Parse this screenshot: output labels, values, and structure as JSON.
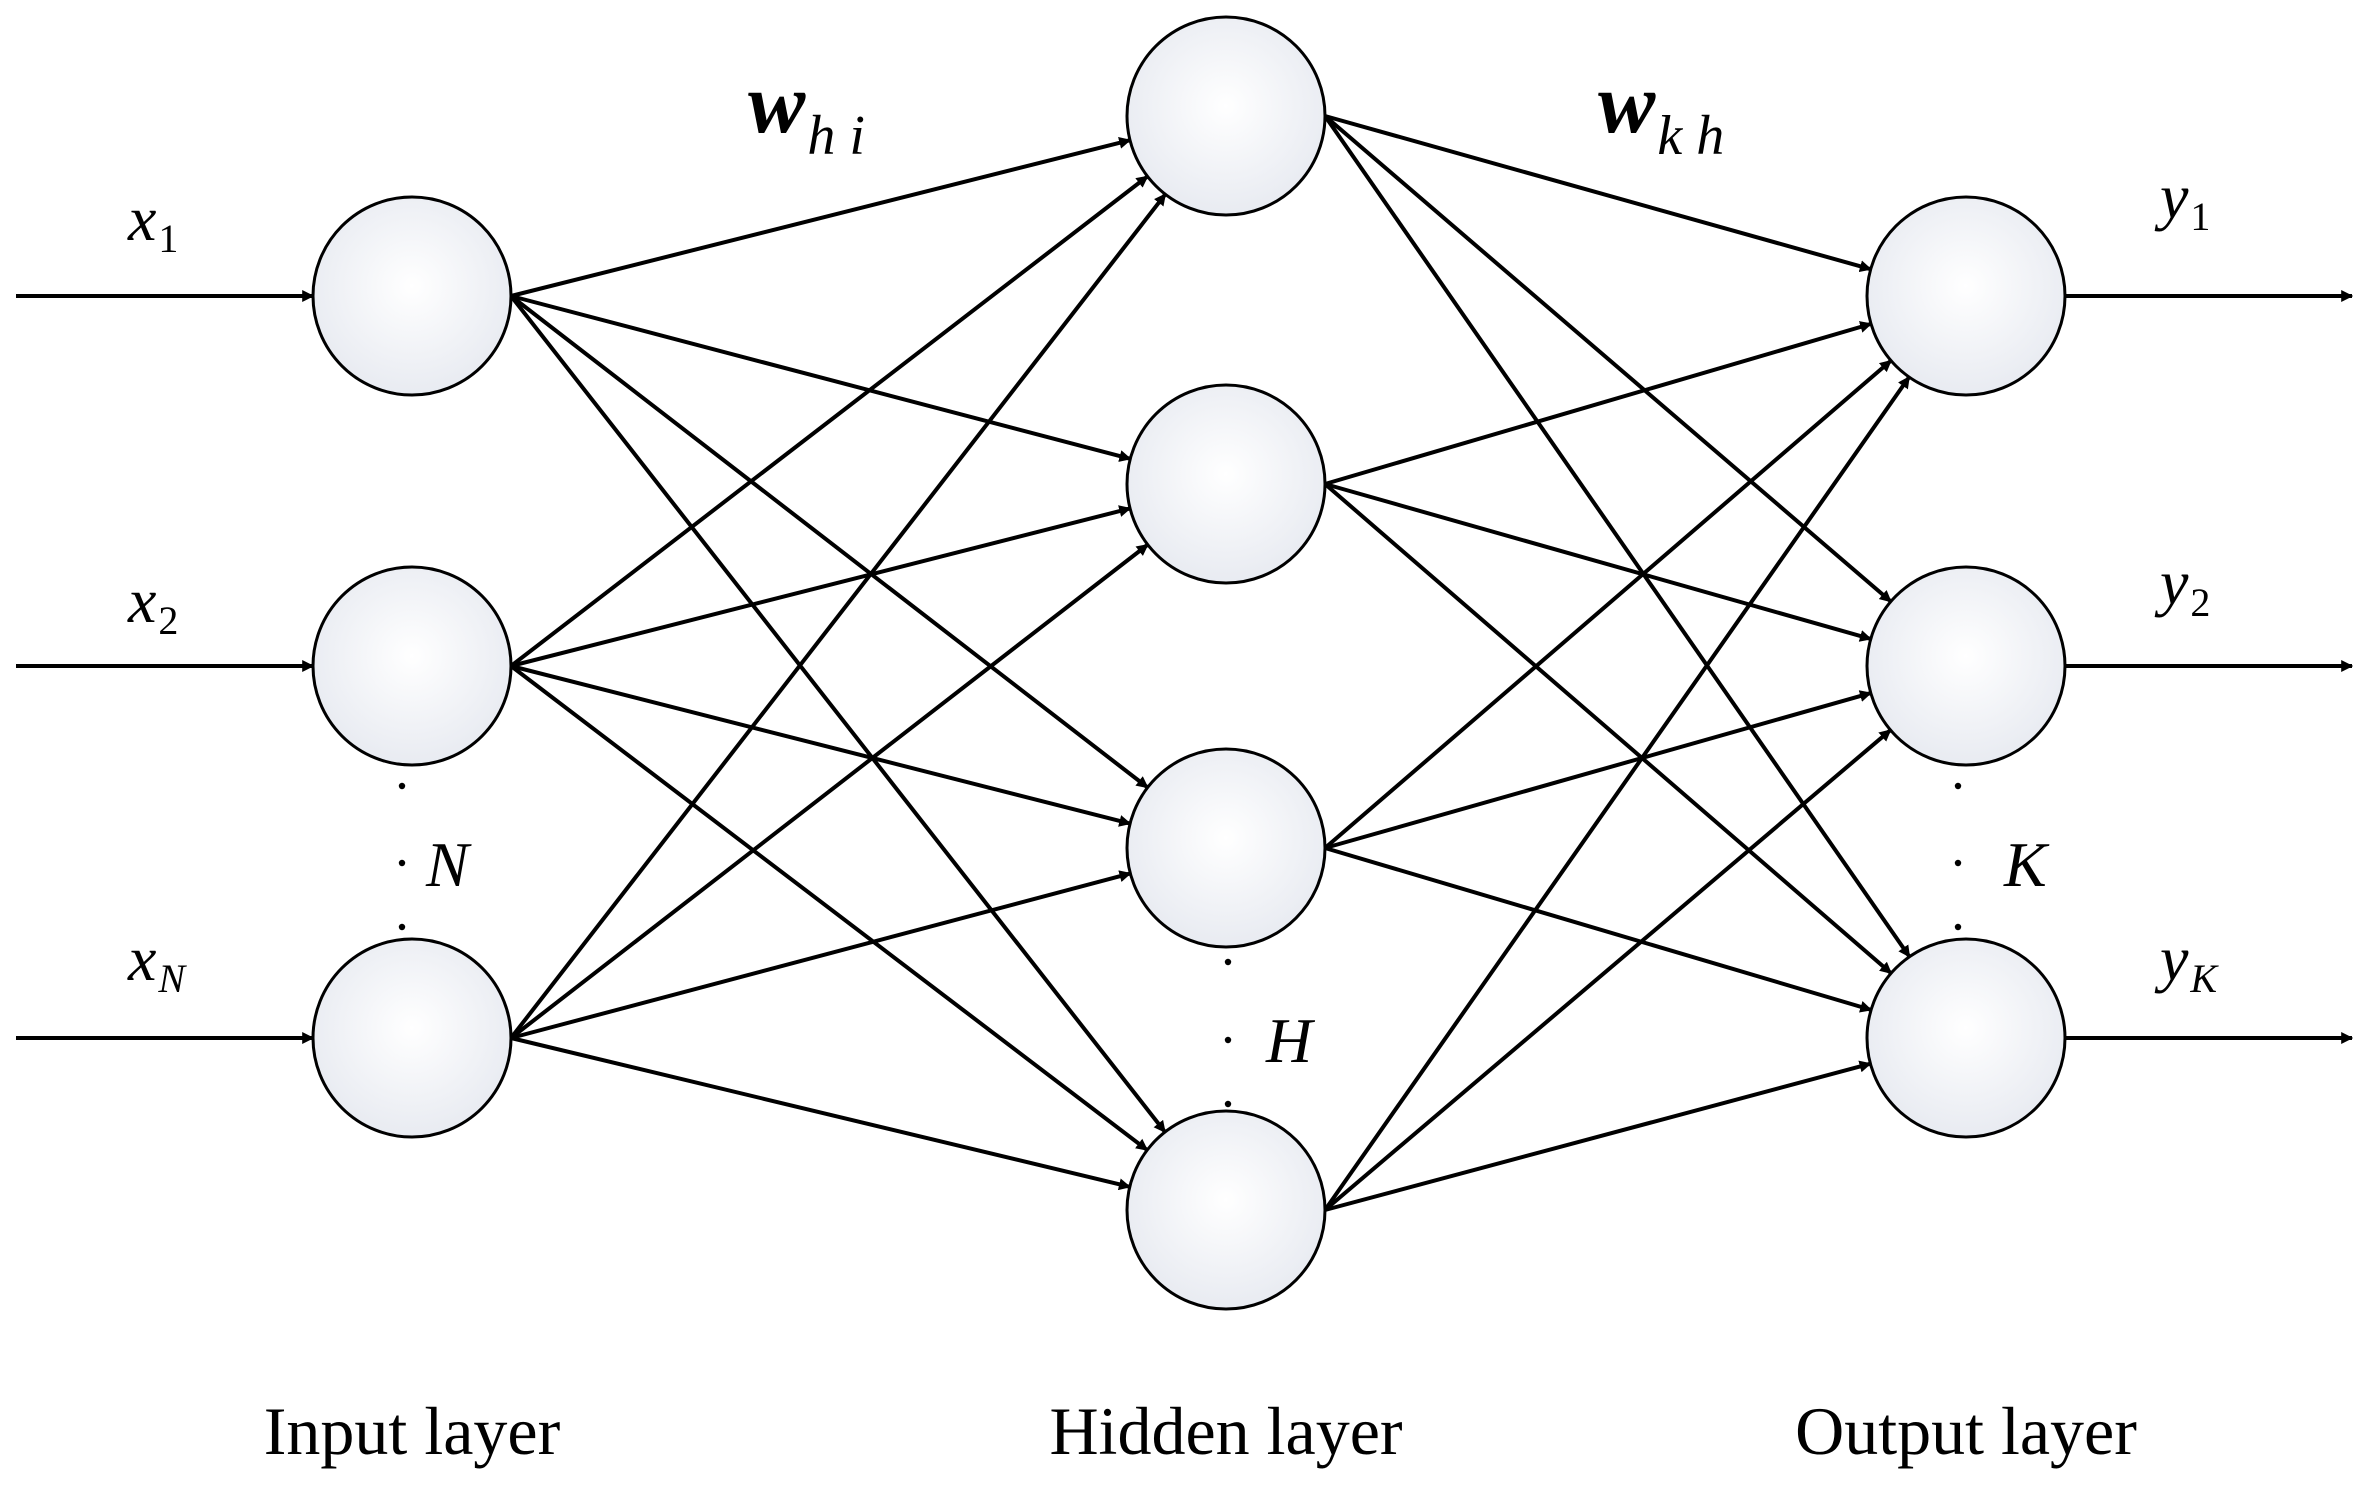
{
  "captions": {
    "input": "Input layer",
    "hidden": "Hidden layer",
    "output": "Output layer"
  },
  "weights": {
    "input_hidden": {
      "base": "w",
      "sub": "h i"
    },
    "hidden_output": {
      "base": "w",
      "sub": "k h"
    }
  },
  "inputs": [
    {
      "base": "x",
      "sub": "1"
    },
    {
      "base": "x",
      "sub": "2"
    },
    {
      "base": "x",
      "sub": "N"
    }
  ],
  "outputs": [
    {
      "base": "y",
      "sub": "1"
    },
    {
      "base": "y",
      "sub": "2"
    },
    {
      "base": "y",
      "sub": "K"
    }
  ],
  "counts": {
    "input": "N",
    "hidden": "H",
    "output": "K"
  },
  "colors": {
    "node_center": "#ffffff",
    "node_edge": "#e6e9f0",
    "stroke": "#000000"
  }
}
